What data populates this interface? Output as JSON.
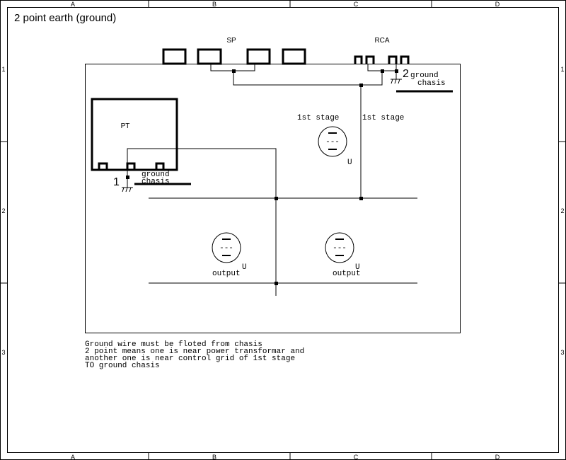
{
  "title": "2 point earth (ground)",
  "border": {
    "columns": [
      "A",
      "B",
      "C",
      "D"
    ],
    "rows": [
      "1",
      "2",
      "3"
    ]
  },
  "labels": {
    "sp": "SP",
    "rca": "RCA",
    "pt": "PT",
    "ground_point_1": "1",
    "ground_point_2": "2",
    "ground": "ground",
    "chasis": "chasis",
    "first_stage": "1st stage",
    "tube_ref": "U",
    "tube_grid": "---",
    "output": "output"
  },
  "notes": [
    "Ground wire must be floted from chasis",
    "2 point means one is near power transformar and",
    "another one is near control grid of 1st stage",
    "TO ground chasis"
  ]
}
